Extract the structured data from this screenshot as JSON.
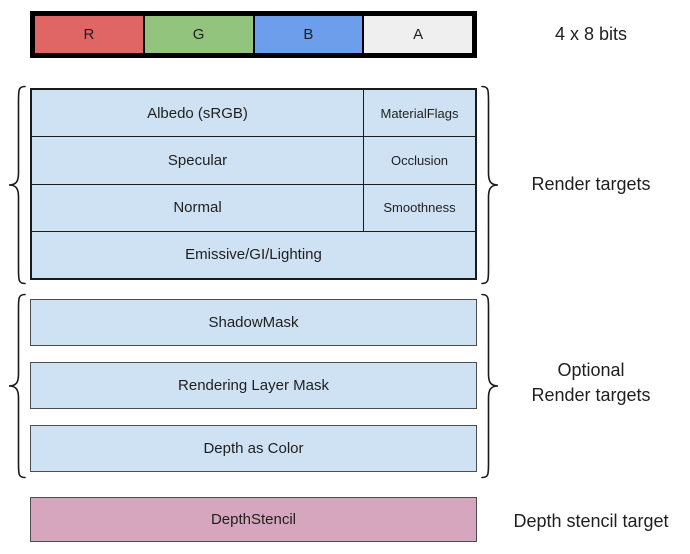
{
  "channel_bar": {
    "cells": [
      {
        "label": "R",
        "color": "#e06666"
      },
      {
        "label": "G",
        "color": "#93c47d"
      },
      {
        "label": "B",
        "color": "#6d9eeb"
      },
      {
        "label": "A",
        "color": "#efefef"
      }
    ],
    "bits_label": "4 x 8 bits"
  },
  "render_targets": {
    "label": "Render targets",
    "rows": [
      {
        "main": "Albedo (sRGB)",
        "alpha": "MaterialFlags"
      },
      {
        "main": "Specular",
        "alpha": "Occlusion"
      },
      {
        "main": "Normal",
        "alpha": "Smoothness"
      },
      {
        "main": "Emissive/GI/Lighting"
      }
    ],
    "fill_color": "#cfe2f3"
  },
  "optional_render_targets": {
    "label_line1": "Optional",
    "label_line2": "Render targets",
    "rows": [
      "ShadowMask",
      "Rendering Layer Mask",
      "Depth as Color"
    ],
    "fill_color": "#cfe2f3"
  },
  "depth_stencil": {
    "box_label": "DepthStencil",
    "label": "Depth stencil target",
    "fill_color": "#d5a6bd"
  }
}
